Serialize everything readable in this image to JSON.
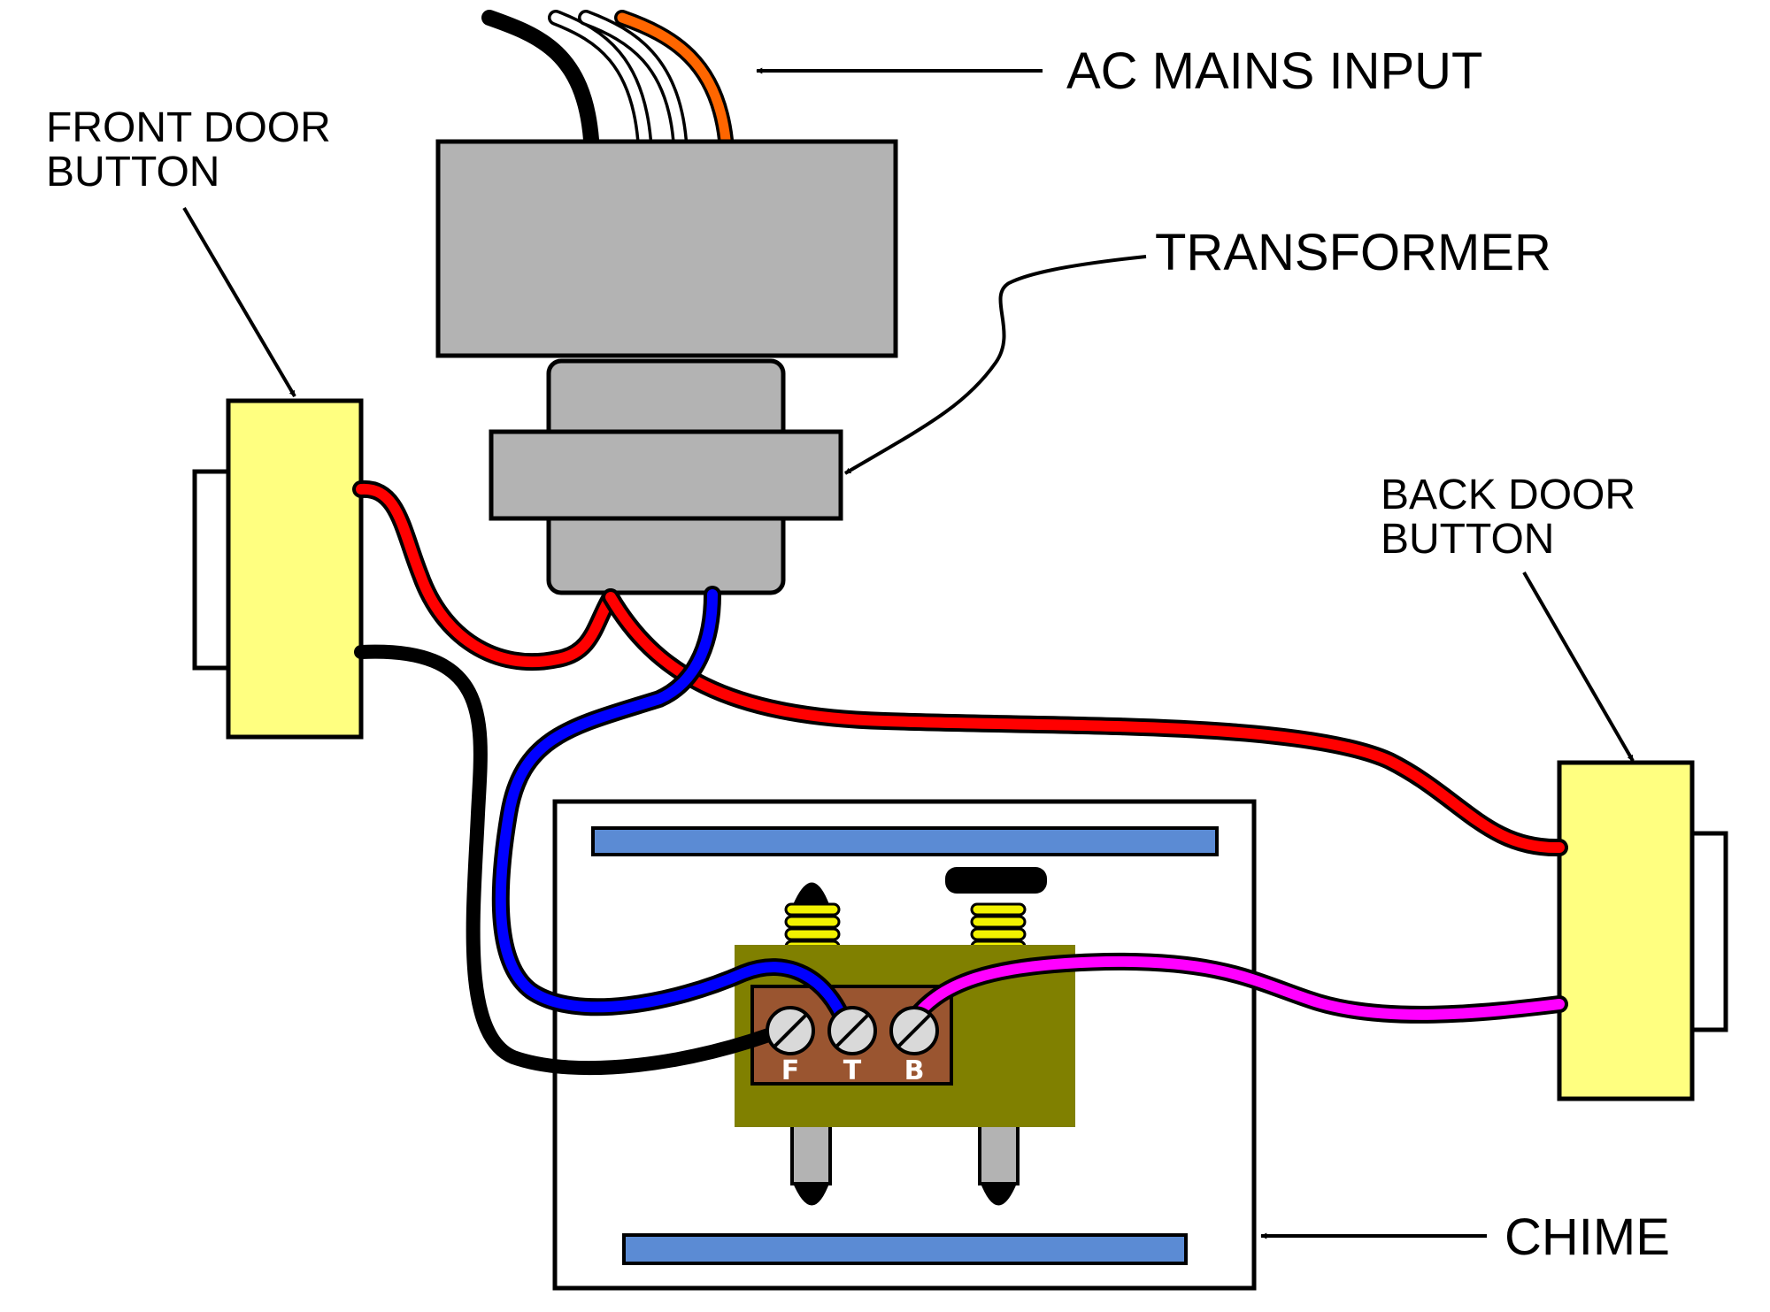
{
  "labels": {
    "ac_mains": "AC MAINS INPUT",
    "transformer": "TRANSFORMER",
    "front_door": [
      "FRONT DOOR",
      "BUTTON"
    ],
    "back_door": [
      "BACK DOOR",
      "BUTTON"
    ],
    "chime": "CHIME"
  },
  "terminals": [
    "F",
    "T",
    "B"
  ],
  "colors": {
    "transformer_gray": "#b3b3b3",
    "button_yellow": "#ffff80",
    "chime_bar_blue": "#5b8bd4",
    "terminal_block": "#9a5530",
    "chime_board": "#808000",
    "spring_yellow": "#f2f200",
    "wire_red": "#ff0000",
    "wire_blue": "#0000ff",
    "wire_black": "#000000",
    "wire_magenta": "#ff00ff",
    "wire_orange": "#ff6600"
  }
}
